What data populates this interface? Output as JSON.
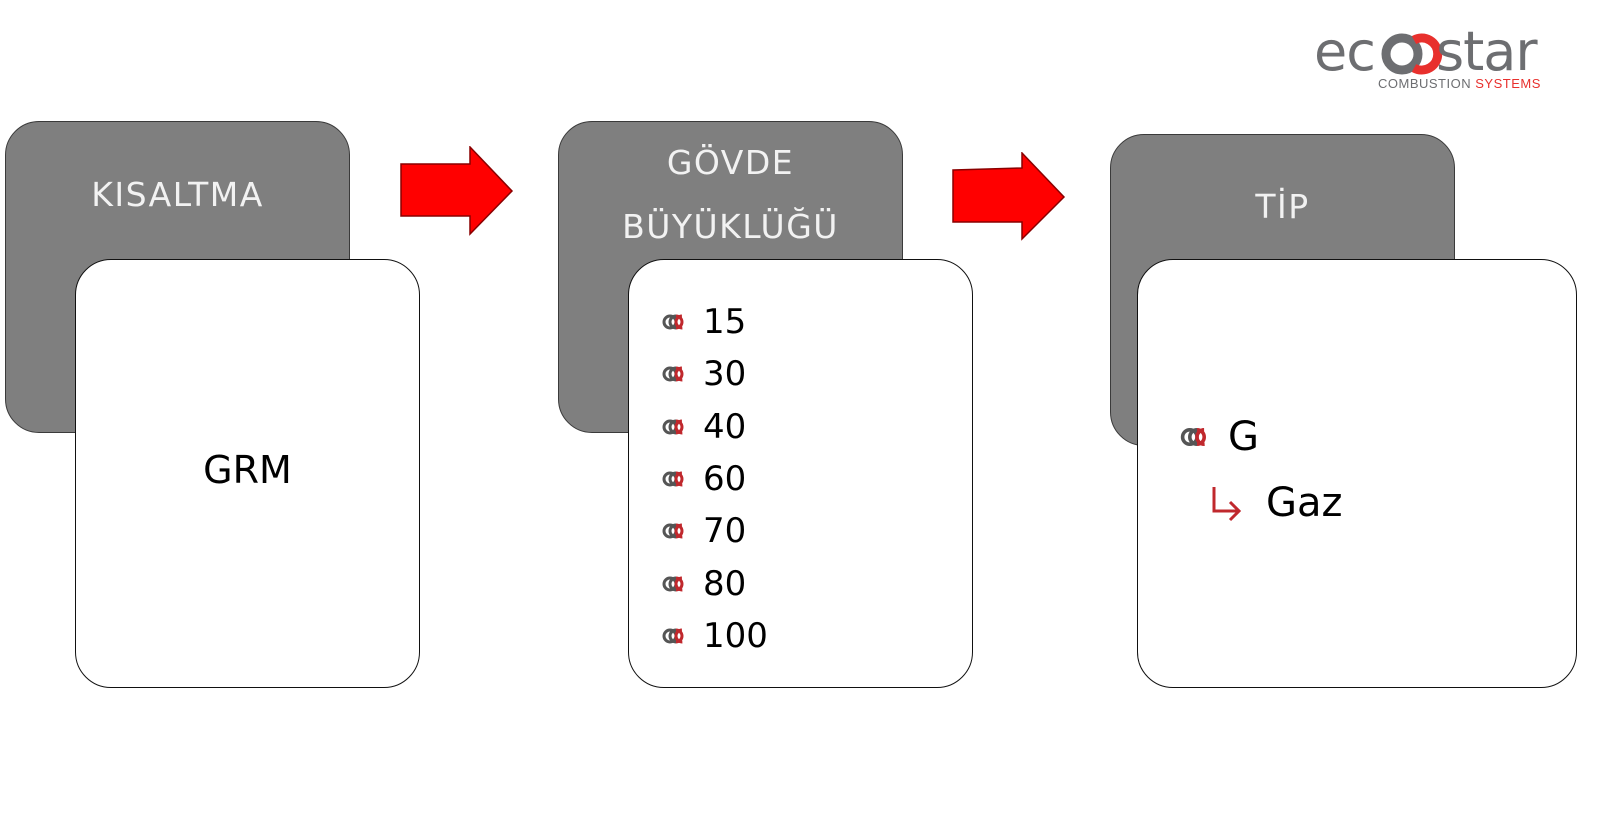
{
  "logo": {
    "wordmark": "ecostar",
    "tagline_part1": "COMBUSTION ",
    "tagline_part2": "SYSTEMS",
    "colors": {
      "gray": "#6d6e71",
      "red": "#e8302d"
    }
  },
  "steps": [
    {
      "title_lines": [
        "KISALTMA"
      ],
      "content": "GRM"
    },
    {
      "title_lines": [
        "GÖVDE",
        "BÜYÜKLÜĞÜ"
      ],
      "bullet_icon": "infinity-icon",
      "items": [
        "15",
        "30",
        "40",
        "60",
        "70",
        "80",
        "100"
      ]
    },
    {
      "title_lines": [
        "TİP"
      ],
      "bullet_icon": "infinity-icon",
      "code": "G",
      "sub_icon": "return-arrow-icon",
      "meaning": "Gaz"
    }
  ],
  "colors": {
    "card_gray": "#7f7f7f",
    "arrow_red": "#ff0000",
    "accent_red": "#c0282d"
  }
}
